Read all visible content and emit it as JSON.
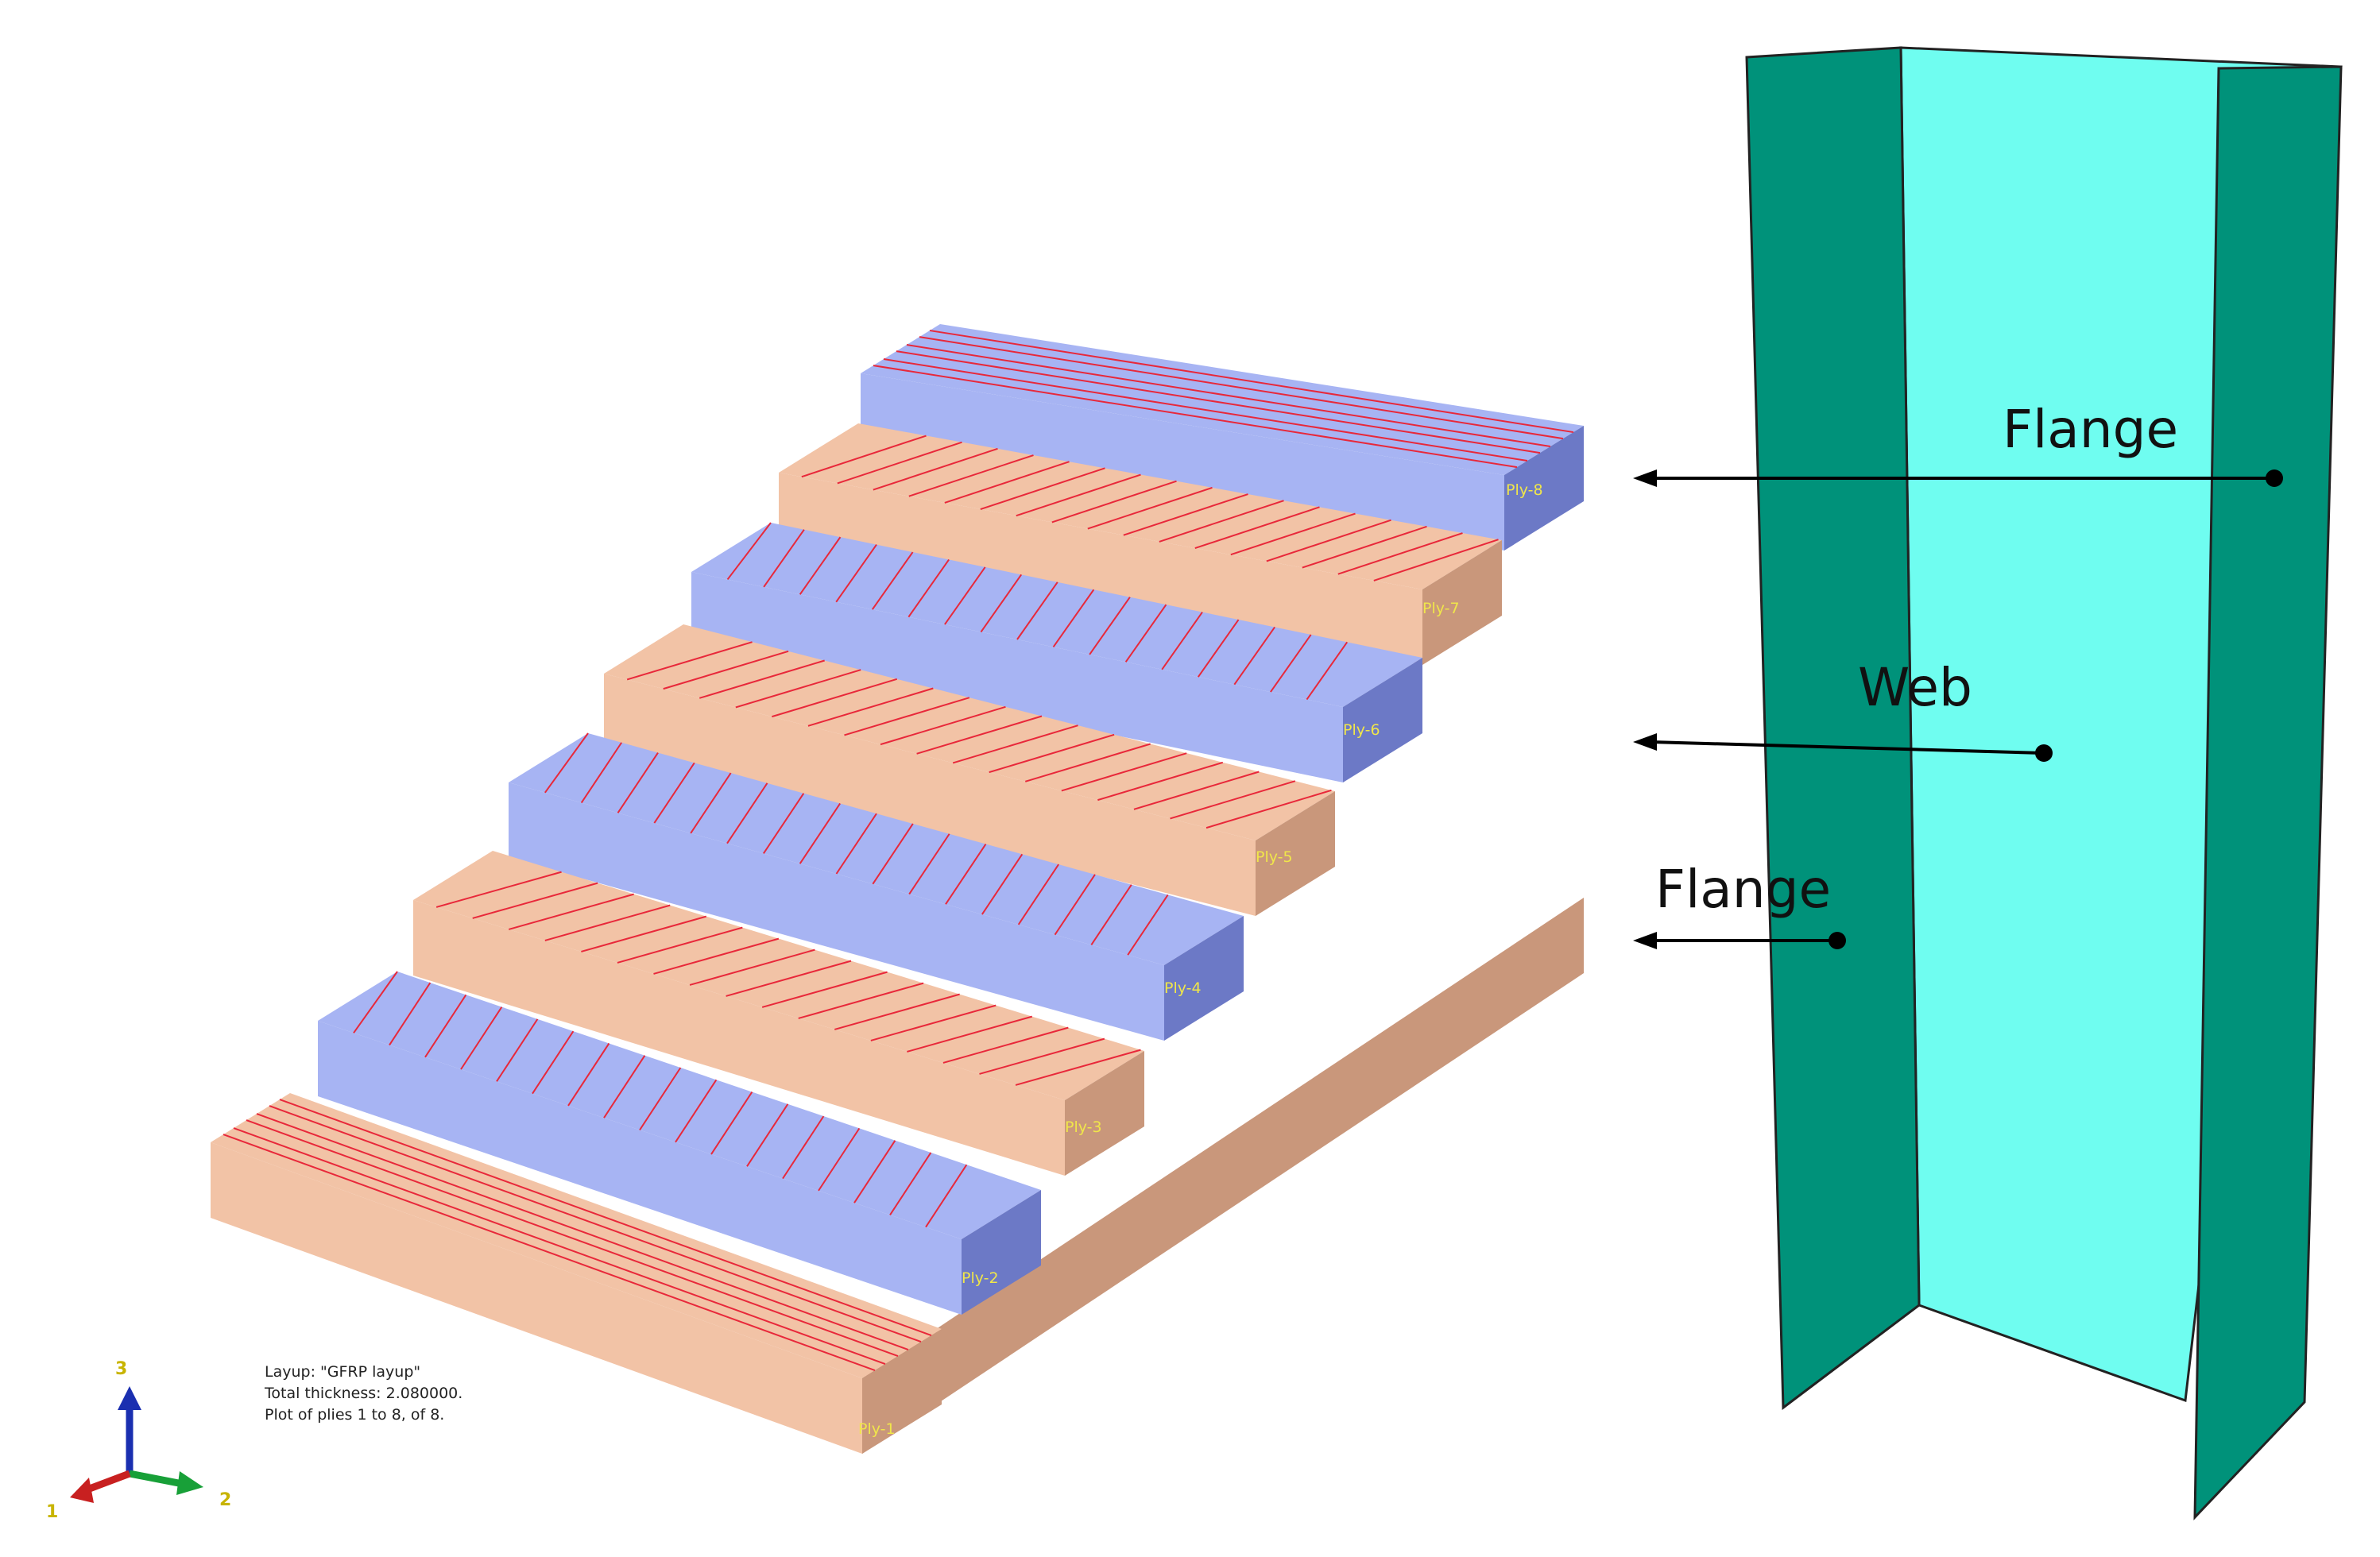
{
  "colors": {
    "orange_top": "#f2c3a6",
    "orange_front": "#f2c3a6",
    "orange_side": "#c9977b",
    "blue_top": "#a7b4f3",
    "blue_front": "#a7b4f3",
    "blue_side": "#6c79c6",
    "fiber": "#e8283a",
    "flange": "#00927a",
    "web": "#6ffdf0",
    "arrow": "#000000"
  },
  "plies": [
    {
      "label": "Ply-1",
      "material": "orange"
    },
    {
      "label": "Ply-2",
      "material": "blue"
    },
    {
      "label": "Ply-3",
      "material": "orange"
    },
    {
      "label": "Ply-4",
      "material": "blue"
    },
    {
      "label": "Ply-5",
      "material": "orange"
    },
    {
      "label": "Ply-6",
      "material": "blue"
    },
    {
      "label": "Ply-7",
      "material": "orange"
    },
    {
      "label": "Ply-8",
      "material": "blue"
    }
  ],
  "info": {
    "line1": "Layup: \"GFRP layup\"",
    "line2": "Total thickness: 2.080000.",
    "line3": "Plot of plies 1 to 8, of 8."
  },
  "triad": {
    "axis1": "1",
    "axis2": "2",
    "axis3": "3"
  },
  "callouts": {
    "top_flange": "Flange",
    "web": "Web",
    "bottom_flange": "Flange"
  }
}
